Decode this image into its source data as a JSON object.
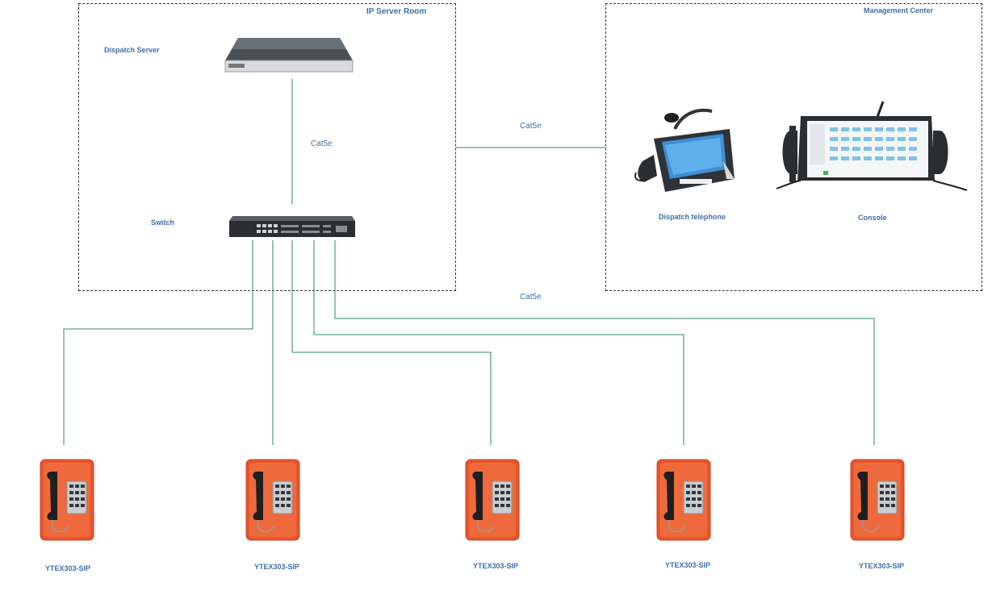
{
  "zones": {
    "server_room": "IP Server Room",
    "management_center": "Management Center"
  },
  "devices": {
    "dispatch_server": "Dispatch Server",
    "switch": "Switch",
    "dispatch_telephone": "Dispatch telephone",
    "console": "Console"
  },
  "cables": {
    "server_switch": "Cat5e",
    "room_center": "Cat5e",
    "switch_phones": "Cat5e"
  },
  "phones": [
    {
      "model": "YTEX303-SIP"
    },
    {
      "model": "YTEX303-SIP"
    },
    {
      "model": "YTEX303-SIP"
    },
    {
      "model": "YTEX303-SIP"
    },
    {
      "model": "YTEX303-SIP"
    }
  ],
  "colors": {
    "wire": "#2e8b57",
    "label": "#3d6fa8",
    "phone_body": "#e8552b",
    "device_dark": "#2b2f33"
  }
}
